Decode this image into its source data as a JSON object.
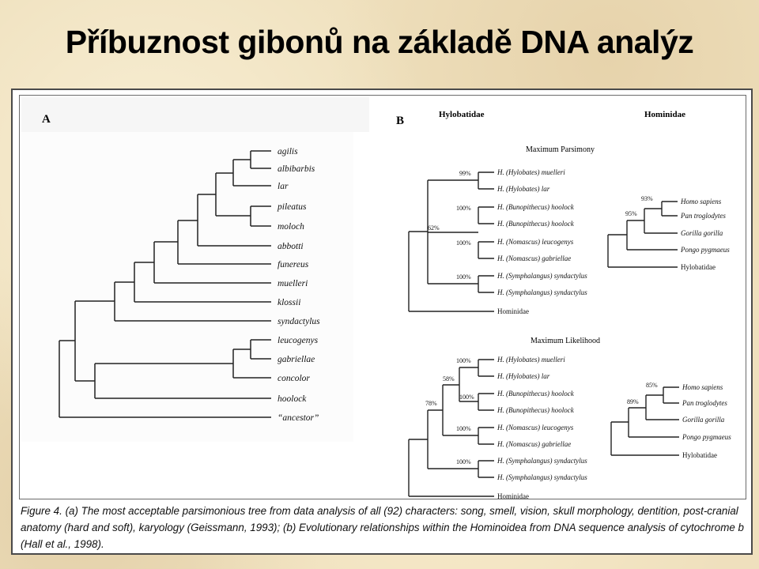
{
  "title": "Příbuznost gibonů na základě DNA analýz",
  "panelA": {
    "label": "A",
    "taxa": [
      "agilis",
      "albibarbis",
      "lar",
      "pileatus",
      "moloch",
      "abbotti",
      "funereus",
      "muelleri",
      "klossii",
      "syndactylus",
      "leucogenys",
      "gabriellae",
      "concolor",
      "hoolock",
      "“ancestor”"
    ]
  },
  "panelB": {
    "label": "B",
    "hylobatidae_label": "Hylobatidae",
    "hominidae_label": "Hominidae",
    "mp": {
      "title": "Maximum Parsimony",
      "taxa": [
        "H. (Hylobates) muelleri",
        "H. (Hylobates) lar",
        "H. (Bunopithecus) hoolock",
        "H. (Bunopithecus) hoolock",
        "H. (Nomascus) leucogenys",
        "H. (Nomascus) gabriellae",
        "H. (Symphalangus) syndactylus",
        "H. (Symphalangus) syndactylus",
        "Hominidae"
      ],
      "supports": [
        "99%",
        "100%",
        "100%",
        "100%",
        "62%"
      ]
    },
    "ml": {
      "title": "Maximum Likelihood",
      "taxa": [
        "H. (Hylobates) muelleri",
        "H. (Hylobates) lar",
        "H. (Bunopithecus) hoolock",
        "H. (Bunopithecus) hoolock",
        "H. (Nomascus) leucogenys",
        "H. (Nomascus) gabriellae",
        "H. (Symphalangus) syndactylus",
        "H. (Symphalangus) syndactylus",
        "Hominidae"
      ],
      "supports": [
        "100%",
        "100%",
        "100%",
        "100%",
        "58%",
        "78%"
      ]
    },
    "hom1": {
      "taxa": [
        "Homo sapiens",
        "Pan troglodytes",
        "Gorilla gorilla",
        "Pongo pygmaeus",
        "Hylobatidae"
      ],
      "supports": [
        "93%",
        "95%"
      ]
    },
    "hom2": {
      "taxa": [
        "Homo sapiens",
        "Pan troglodytes",
        "Gorilla gorilla",
        "Pongo pygmaeus",
        "Hylobatidae"
      ],
      "supports": [
        "85%",
        "89%"
      ]
    }
  },
  "caption": "Figure 4. (a) The most acceptable parsimonious tree from data analysis of all (92) characters: song, smell, vision, skull morphology, dentition, post-cranial anatomy (hard and soft), karyology (Geissmann, 1993); (b) Evolutionary relationships within the Hominoidea from DNA sequence analysis of cytochrome b (Hall et al., 1998)."
}
